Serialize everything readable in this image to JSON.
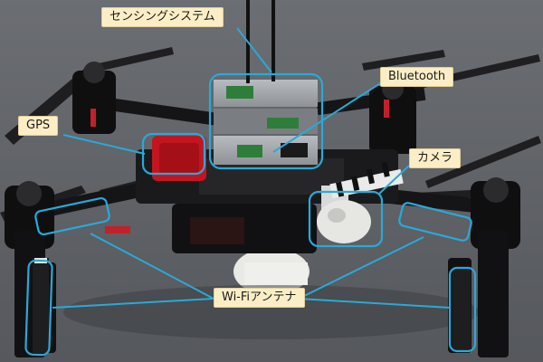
{
  "labels": {
    "sensing_system": "センシングシステム",
    "bluetooth": "Bluetooth",
    "gps": "GPS",
    "camera": "カメラ",
    "wifi_antenna": "Wi-Fiアンテナ"
  },
  "colors": {
    "callout": "#2aa9d8",
    "label_bg": "#fbeec6"
  }
}
